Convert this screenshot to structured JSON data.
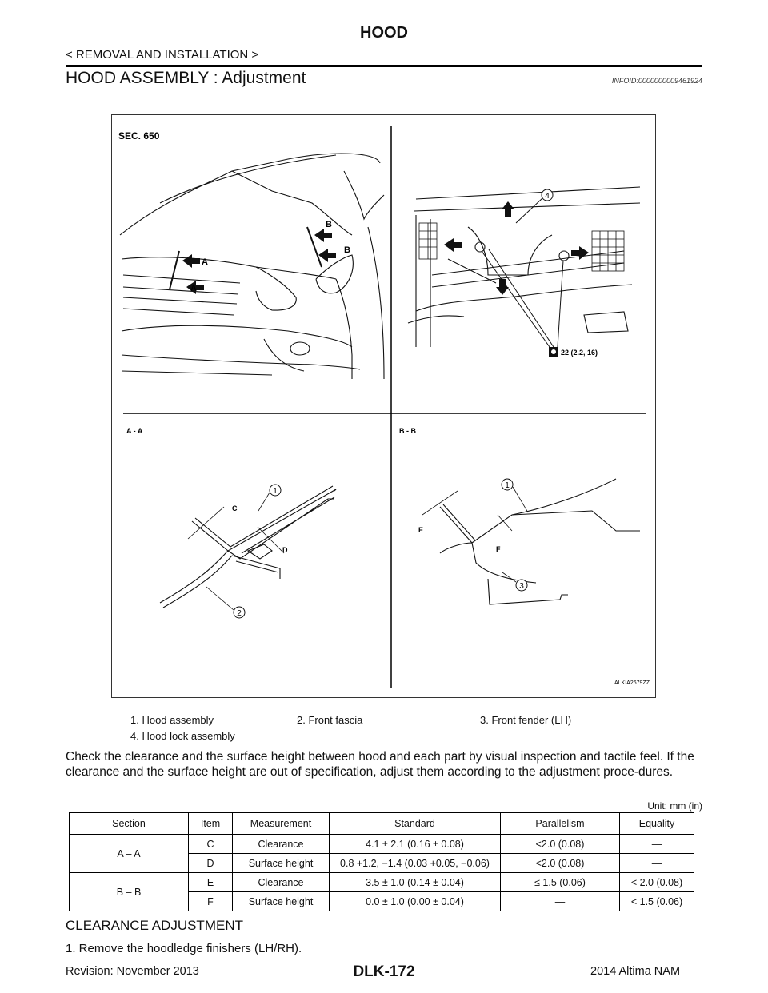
{
  "header": {
    "title": "HOOD",
    "breadcrumb": "< REMOVAL AND INSTALLATION >"
  },
  "section": {
    "title": "HOOD ASSEMBLY : Adjustment",
    "info_id": "INFOID:0000000009461924"
  },
  "figure": {
    "section_label": "SEC. 650",
    "view_aa": "A - A",
    "view_bb": "B - B",
    "torque": "22 (2.2, 16)",
    "code": "ALKIA2679ZZ",
    "letters": {
      "a": "A",
      "b": "B",
      "c": "C",
      "d": "D",
      "e": "E",
      "f": "F"
    },
    "callouts": [
      "1",
      "2",
      "3",
      "4"
    ]
  },
  "legend": [
    "1.  Hood assembly",
    "2.  Front fascia",
    "3.  Front fender (LH)",
    "4.  Hood lock assembly"
  ],
  "paragraph": "Check the clearance and the surface height between hood and each part by visual inspection and tactile feel. If the clearance and the surface height are out of specification, adjust them according to the adjustment proce-dures.",
  "unit": "Unit: mm (in)",
  "table": {
    "headers": [
      "Section",
      "Item",
      "Measurement",
      "Standard",
      "Parallelism",
      "Equality"
    ],
    "groups": [
      {
        "section": "A – A",
        "rows": [
          [
            "C",
            "Clearance",
            "4.1 ± 2.1 (0.16 ± 0.08)",
            "<2.0 (0.08)",
            "—"
          ],
          [
            "D",
            "Surface height",
            "0.8 +1.2, −1.4 (0.03 +0.05, −0.06)",
            "<2.0 (0.08)",
            "—"
          ]
        ]
      },
      {
        "section": "B – B",
        "rows": [
          [
            "E",
            "Clearance",
            "3.5 ± 1.0 (0.14 ± 0.04)",
            "≤ 1.5 (0.06)",
            "< 2.0 (0.08)"
          ],
          [
            "F",
            "Surface height",
            "0.0 ± 1.0 (0.00 ± 0.04)",
            "—",
            "< 1.5 (0.06)"
          ]
        ]
      }
    ]
  },
  "subheading": "CLEARANCE ADJUSTMENT",
  "step1": "1.   Remove the hoodledge finishers (LH/RH).",
  "footer": {
    "revision": "Revision: November 2013",
    "code": "DLK-172",
    "model": "2014 Altima NAM"
  }
}
